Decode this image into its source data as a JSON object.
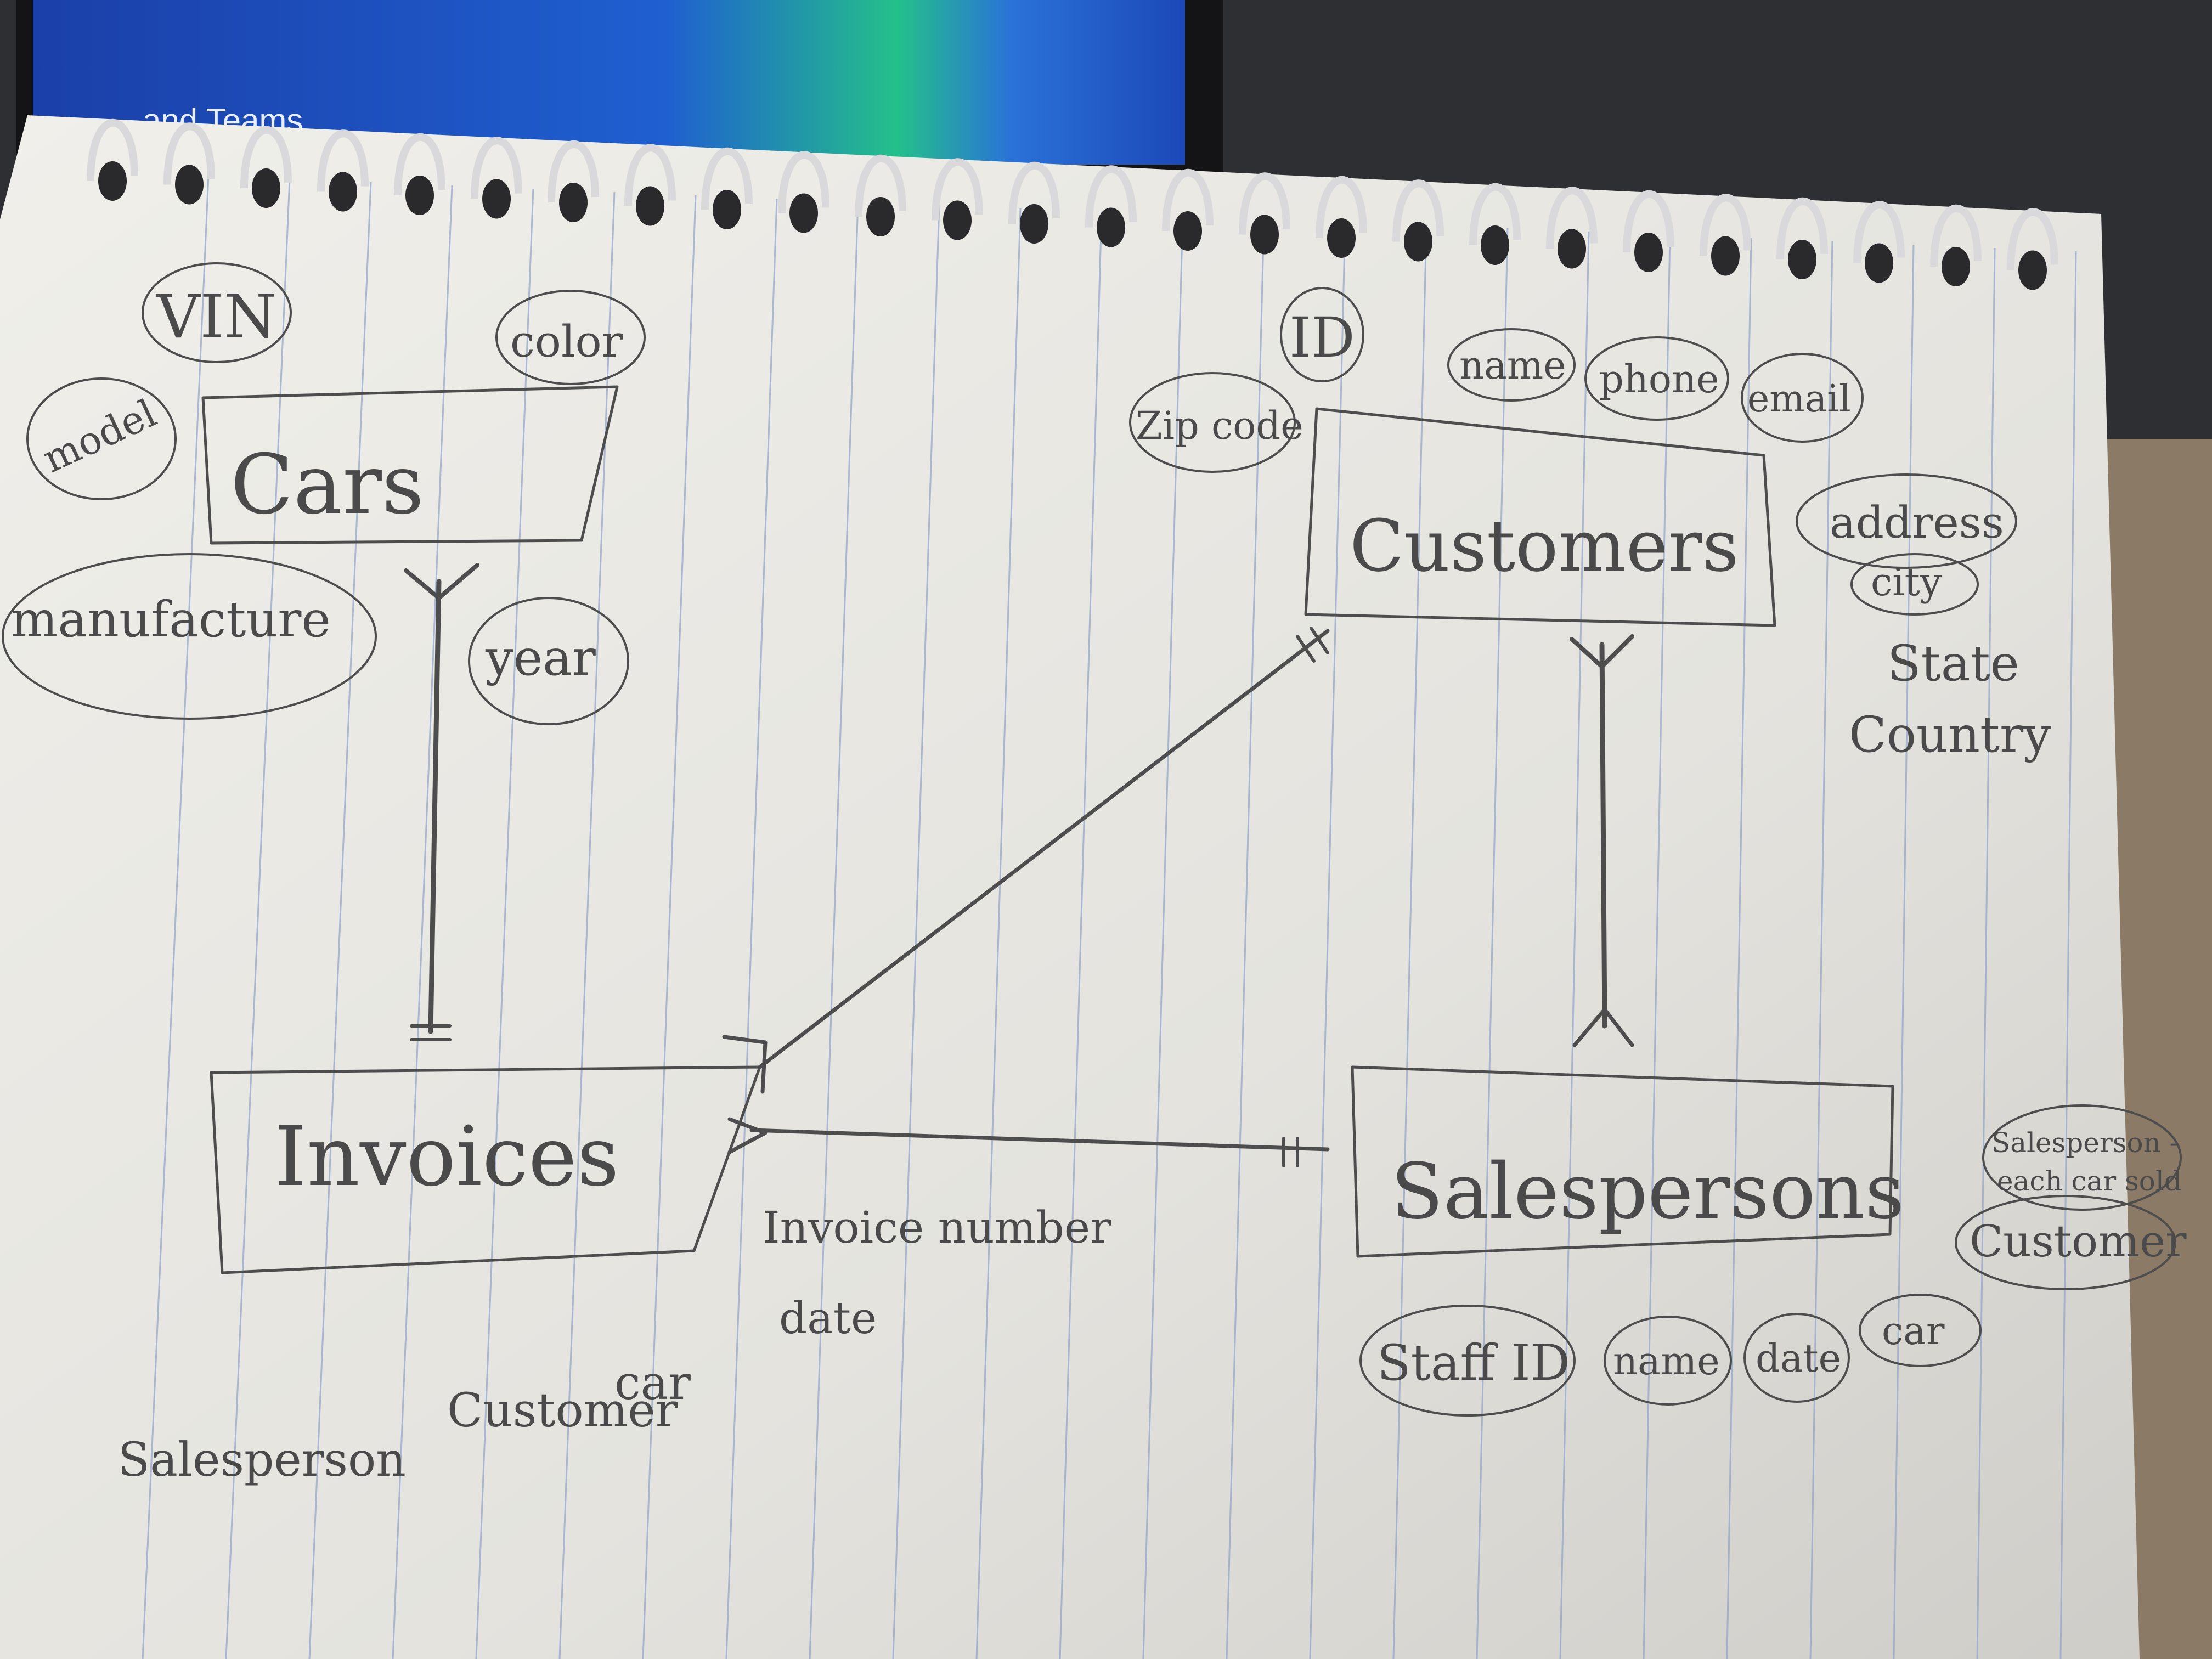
{
  "monitor": {
    "text": "…and Teams"
  },
  "entities": {
    "cars": "Cars",
    "customers": "Customers",
    "invoices": "Invoices",
    "salespersons": "Salespersons"
  },
  "attributes": {
    "cars": {
      "vin": "VIN",
      "color": "color",
      "model": "model",
      "manufacture": "manufacture",
      "year": "year"
    },
    "customers": {
      "id": "ID",
      "name": "name",
      "phone": "phone",
      "email": "email",
      "zipcode": "Zip code",
      "address": "address",
      "city": "city",
      "state": "State",
      "country": "Country"
    },
    "invoices": {
      "invoice_number": "Invoice number",
      "date": "date",
      "car": "car",
      "customer": "Customer",
      "salesperson": "Salesperson"
    },
    "salespersons": {
      "note_line1": "Salesperson -",
      "note_line2": "each car sold",
      "customer": "Customer",
      "staff_id": "Staff ID",
      "name": "name",
      "date": "date",
      "car": "car"
    }
  },
  "colors": {
    "paper": "#ecebe6",
    "ink": "#4d4d4d",
    "rule": "#8fa3c9",
    "background": "#2e2f33",
    "screen": "#1f4fb8"
  }
}
